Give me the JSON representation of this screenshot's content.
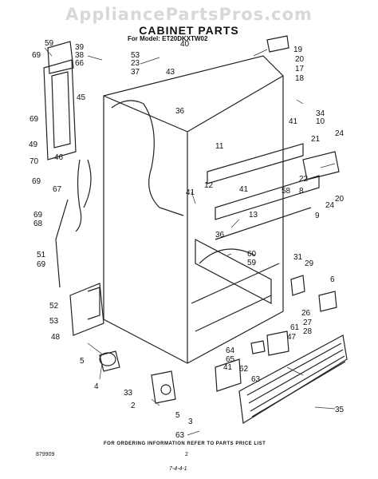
{
  "watermark": "AppliancePartsPros.com",
  "title": "CABINET PARTS",
  "model": "For Model: ET20DKXTW02",
  "footer": "FOR ORDERING INFORMATION REFER TO PARTS PRICE LIST",
  "ref_code": "879909",
  "page_number": "2",
  "handwritten_note": "7-4-4-1",
  "callouts": [
    "59",
    "39",
    "38",
    "66",
    "69",
    "45",
    "69",
    "49",
    "70",
    "46",
    "69",
    "67",
    "69",
    "68",
    "51",
    "69",
    "52",
    "53",
    "48",
    "5",
    "4",
    "40",
    "53",
    "23",
    "37",
    "43",
    "36",
    "19",
    "20",
    "17",
    "18",
    "34",
    "10",
    "41",
    "21",
    "24",
    "11",
    "12",
    "41",
    "22",
    "58",
    "8",
    "41",
    "13",
    "36",
    "60",
    "59",
    "9",
    "24",
    "20",
    "31",
    "29",
    "6",
    "26",
    "27",
    "28",
    "61",
    "47",
    "64",
    "65",
    "41",
    "62",
    "63",
    "35",
    "33",
    "2",
    "5",
    "3",
    "63"
  ]
}
